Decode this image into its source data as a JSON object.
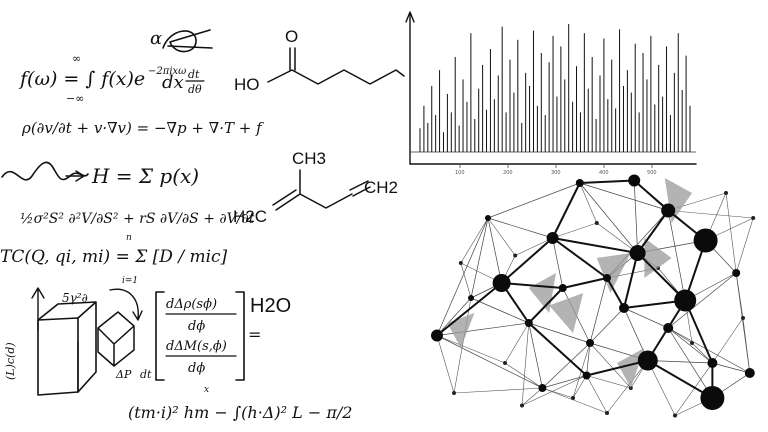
{
  "equations": {
    "e1": "f(ω) = ∫ f(x)e",
    "e1_limits": [
      "∞",
      "−∞"
    ],
    "e1_exp": "−2πixω",
    "e1_tail": "dx",
    "e1_frac_num": "dt",
    "e1_frac_den": "dθ",
    "e2": "ρ(∂v/∂t + v·∇v) = −∇p + ∇·T + f",
    "e3": "H = Σ p(x)",
    "e4": "½σ²S² ∂²V/∂S² + rS ∂V/∂S + ∂V/∂t",
    "e5": "TC(Q, qi, mi) = Σ [D / mic]",
    "e5_limits": [
      "n",
      "i=1"
    ],
    "e6_matrix": [
      "dΔρ(sϕ)",
      "dϕ",
      "dΔM(s,ϕ)",
      "dϕ"
    ],
    "e6_eq": "=",
    "e7": "(tm·i)² hm − ∫(h·Δ)² L − π/2",
    "e7_top": "x",
    "label_alpha": "α",
    "label_sr2": "5γ²∂",
    "label_cd": "(L)c(d)",
    "label_pdt": "ΔP",
    "label_dt": "dt"
  },
  "chemistry": {
    "acid_O": "O",
    "acid_HO": "HO",
    "methyl": "CH3",
    "ch2_right": "CH2",
    "h2c_left": "H2C",
    "water": "H2O"
  },
  "chart_data": {
    "type": "bar",
    "title": "",
    "xlabel": "",
    "ylabel": "",
    "x_ticks": [
      "100",
      "200",
      "300",
      "400",
      "500"
    ],
    "values": [
      0.18,
      0.35,
      0.22,
      0.5,
      0.28,
      0.62,
      0.15,
      0.44,
      0.3,
      0.72,
      0.2,
      0.55,
      0.38,
      0.9,
      0.25,
      0.48,
      0.66,
      0.32,
      0.78,
      0.4,
      0.58,
      0.95,
      0.3,
      0.7,
      0.45,
      0.85,
      0.22,
      0.6,
      0.5,
      0.92,
      0.35,
      0.75,
      0.28,
      0.68,
      0.88,
      0.42,
      0.8,
      0.55,
      0.97,
      0.38,
      0.65,
      0.3,
      0.9,
      0.48,
      0.72,
      0.25,
      0.58,
      0.86,
      0.4,
      0.7,
      0.33,
      0.93,
      0.5,
      0.62,
      0.45,
      0.82,
      0.3,
      0.75,
      0.55,
      0.88,
      0.36,
      0.66,
      0.42,
      0.8,
      0.28,
      0.6,
      0.9,
      0.47,
      0.73,
      0.35
    ]
  },
  "network": {
    "nodes": [
      [
        0.05,
        0.67
      ],
      [
        0.24,
        0.46
      ],
      [
        0.39,
        0.28
      ],
      [
        0.47,
        0.06
      ],
      [
        0.63,
        0.05
      ],
      [
        0.73,
        0.17
      ],
      [
        0.64,
        0.34
      ],
      [
        0.84,
        0.29
      ],
      [
        0.78,
        0.53
      ],
      [
        0.6,
        0.56
      ],
      [
        0.67,
        0.77
      ],
      [
        0.86,
        0.92
      ],
      [
        0.49,
        0.83
      ],
      [
        0.32,
        0.62
      ],
      [
        0.42,
        0.48
      ],
      [
        0.55,
        0.44
      ],
      [
        0.86,
        0.78
      ],
      [
        0.97,
        0.82
      ],
      [
        0.2,
        0.2
      ],
      [
        0.93,
        0.42
      ],
      [
        0.36,
        0.88
      ],
      [
        0.73,
        0.64
      ],
      [
        0.15,
        0.52
      ],
      [
        0.5,
        0.7
      ]
    ],
    "heavy_edges": [
      [
        0,
        1
      ],
      [
        1,
        2
      ],
      [
        2,
        3
      ],
      [
        3,
        4
      ],
      [
        4,
        5
      ],
      [
        5,
        6
      ],
      [
        6,
        2
      ],
      [
        5,
        7
      ],
      [
        7,
        8
      ],
      [
        8,
        9
      ],
      [
        9,
        6
      ],
      [
        8,
        10
      ],
      [
        10,
        11
      ],
      [
        10,
        12
      ],
      [
        12,
        13
      ],
      [
        13,
        1
      ],
      [
        13,
        14
      ],
      [
        14,
        15
      ],
      [
        15,
        9
      ],
      [
        8,
        16
      ],
      [
        16,
        11
      ],
      [
        6,
        8
      ],
      [
        1,
        14
      ],
      [
        15,
        2
      ]
    ],
    "node_sizes": [
      6,
      9,
      6,
      4,
      6,
      7,
      8,
      12,
      11,
      5,
      10,
      12,
      4,
      4,
      4,
      4,
      5,
      5,
      3,
      4,
      4,
      5,
      3,
      4
    ]
  }
}
